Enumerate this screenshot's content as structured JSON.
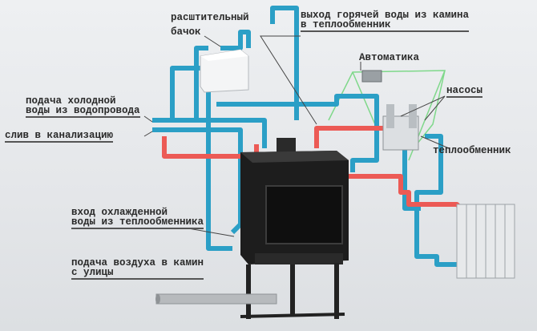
{
  "labels": {
    "tank": [
      "расштительный",
      "бачок"
    ],
    "hot_out": [
      "выход горячей  воды из камина",
      "в теплообменник"
    ],
    "automation": "Автоматика",
    "pumps": "насосы",
    "exchanger": "теплообменник",
    "cold_in": [
      "подача холодной",
      "воды из водопровода"
    ],
    "drain": "слив  в канализацию",
    "cooled_in": [
      "вход охлажденной",
      "воды из теплообменника"
    ],
    "air_in": [
      "подача воздуха в камин",
      "с улицы"
    ]
  },
  "colors": {
    "cold_pipe": "#2b9fc6",
    "hot_pipe": "#ec5a55",
    "automation_line": "#7fd88a",
    "fireplace": "#1d1d1d"
  }
}
